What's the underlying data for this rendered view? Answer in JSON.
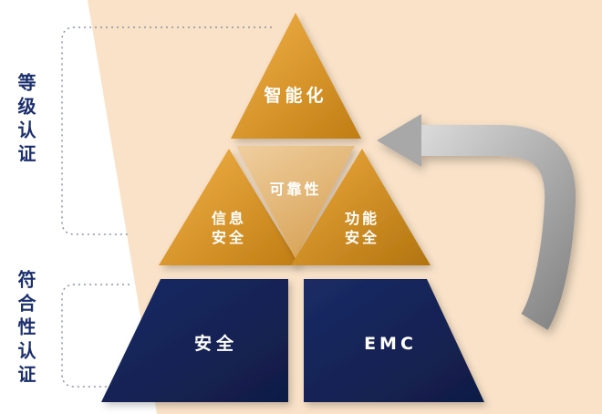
{
  "side_labels": {
    "level_certification": "等级认证",
    "compliance_certification": "符合性认证"
  },
  "pyramid": {
    "top": {
      "label": "智能化"
    },
    "middle_left": {
      "line1": "信息",
      "line2": "安全"
    },
    "middle_center": {
      "label": "可靠性"
    },
    "middle_right": {
      "line1": "功能",
      "line2": "安全"
    },
    "bottom_left": {
      "label": "安全"
    },
    "bottom_right": {
      "label": "EMC"
    }
  },
  "colors": {
    "background_peach": "#F9E2C8",
    "gold_light": "#F2B149",
    "gold_dark": "#C07D13",
    "gold_mid_light": "#EDA93E",
    "gold_mid_dark": "#B2740F",
    "tan_light": "#EFCE9F",
    "tan_dark": "#D8A458",
    "navy_light": "#1B2B66",
    "navy_dark": "#101C45",
    "label_navy": "#1B2F6E",
    "dotted_line": "#8A93A8",
    "arrow_light": "#D8D8D8",
    "arrow_dark": "#858585",
    "arrow_head": "#A8A8A8"
  }
}
